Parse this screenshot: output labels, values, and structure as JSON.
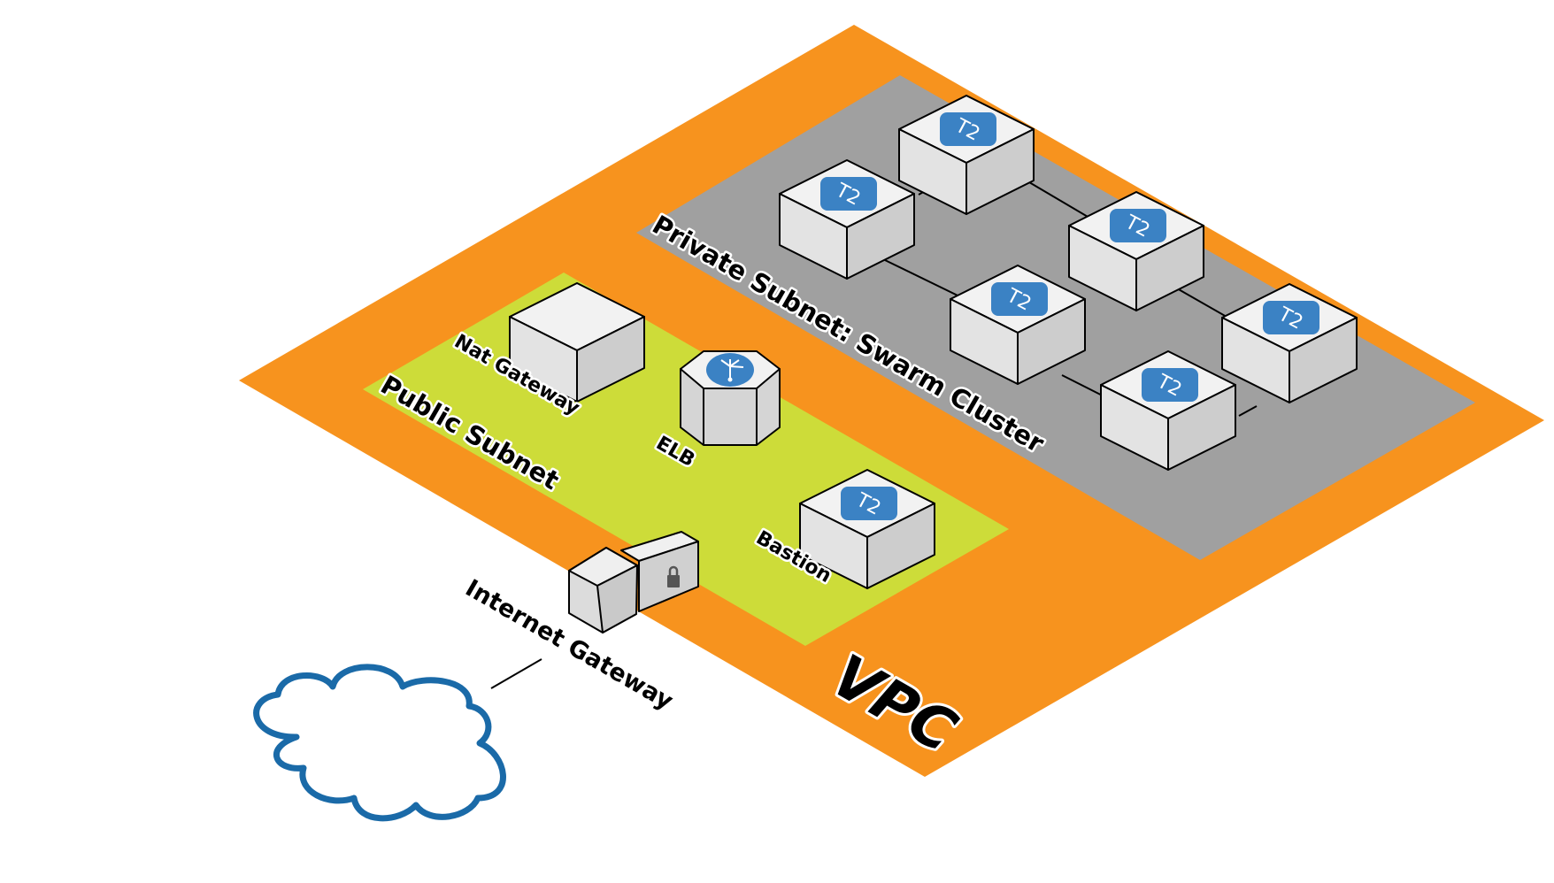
{
  "vpc": {
    "label": "VPC",
    "color": "#f7931e"
  },
  "public_subnet": {
    "label": "Public Subnet",
    "color": "#cddc39"
  },
  "private_subnet": {
    "label": "Private Subnet: Swarm Cluster",
    "color": "#a0a0a0"
  },
  "nodes": {
    "nat_gateway": {
      "label": "Nat Gateway"
    },
    "elb": {
      "label": "ELB"
    },
    "bastion": {
      "label": "Bastion",
      "badge": "T2"
    },
    "internet_gateway": {
      "label": "Internet Gateway"
    },
    "swarm_badge": "T2"
  },
  "colors": {
    "badge": "#3b82c4",
    "box_top": "#f2f2f2",
    "box_left": "#e3e3e3",
    "box_right": "#cdcdcd",
    "cloud": "#1a6aa8"
  },
  "icons": [
    "cloud-icon",
    "lock-icon",
    "load-balancer-icon"
  ]
}
